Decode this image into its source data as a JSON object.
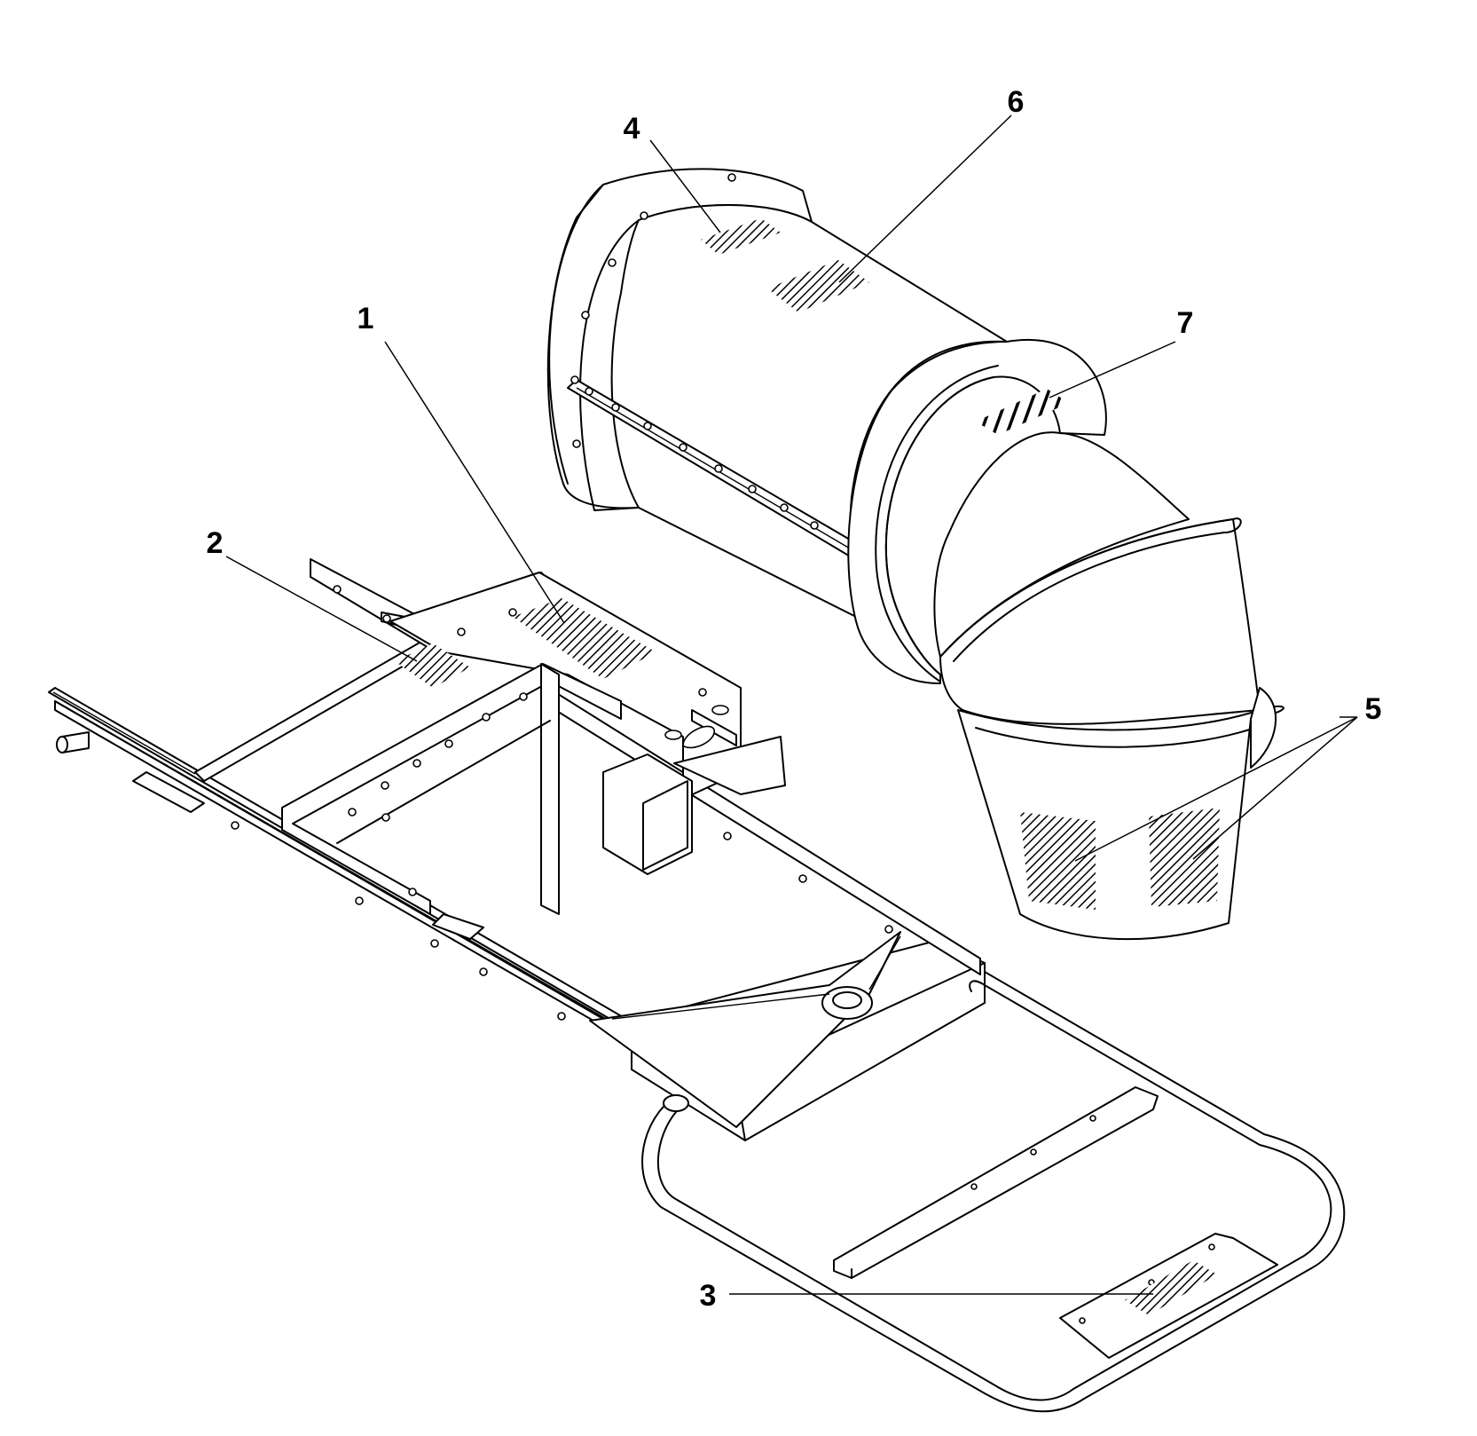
{
  "callouts": [
    {
      "id": "1",
      "label": "1"
    },
    {
      "id": "2",
      "label": "2"
    },
    {
      "id": "3",
      "label": "3"
    },
    {
      "id": "4",
      "label": "4"
    },
    {
      "id": "5",
      "label": "5"
    },
    {
      "id": "6",
      "label": "6"
    },
    {
      "id": "7",
      "label": "7"
    }
  ],
  "colors": {
    "line": "#000000",
    "background": "#ffffff",
    "decal_hatch": "#000000"
  }
}
